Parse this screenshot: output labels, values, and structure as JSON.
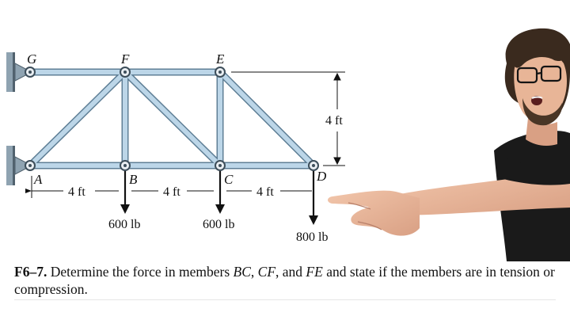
{
  "joints": {
    "A": "A",
    "B": "B",
    "C": "C",
    "D": "D",
    "E": "E",
    "F": "F",
    "G": "G"
  },
  "dimensions": {
    "span_ab": "4 ft",
    "span_bc": "4 ft",
    "span_cd": "4 ft",
    "height": "4 ft"
  },
  "loads": {
    "b": "600 lb",
    "c": "600 lb",
    "d": "800 lb"
  },
  "problem": {
    "number": "F6–7.",
    "text_1": " Determine the force in members ",
    "member_1": "BC",
    "sep_1": ", ",
    "member_2": "CF",
    "sep_2": ", and ",
    "member_3": "FE",
    "text_2": " and state if the members are in tension or compression."
  },
  "colors": {
    "member": "#bcd6e8",
    "member_edge": "#5f7f96",
    "support": "#7f96a5"
  }
}
